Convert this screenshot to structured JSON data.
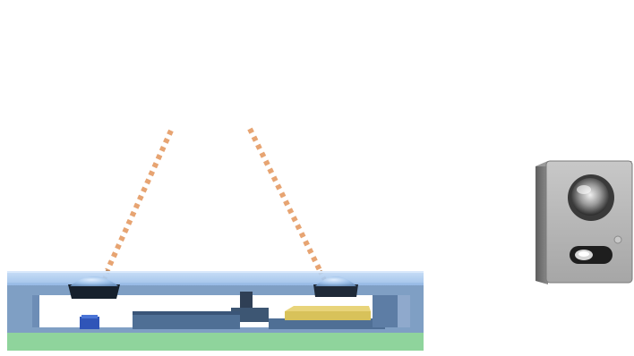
{
  "diagram": {
    "parts": [
      {
        "id": "emitted-beam",
        "kind": "dotted-light-path"
      },
      {
        "id": "reflected-beam",
        "kind": "dotted-light-path"
      },
      {
        "id": "cover-glass",
        "kind": "translucent-window"
      },
      {
        "id": "emitter-lens",
        "kind": "dome-lens"
      },
      {
        "id": "receiver-lens",
        "kind": "dome-lens"
      },
      {
        "id": "emitter-chip",
        "kind": "led-die"
      },
      {
        "id": "detector-chip",
        "kind": "photodiode-die"
      },
      {
        "id": "substrate",
        "kind": "pcb"
      },
      {
        "id": "sensor-package",
        "kind": "module-3d-view"
      }
    ],
    "colors": {
      "beam": "#e8a878",
      "glass": "#a9c8ee",
      "housing": "#7f9fc4",
      "housing_dark": "#3d5673",
      "substrate": "#8fd49c",
      "chip_blue": "#2f55b8",
      "chip_gold": "#d8c25a",
      "package_body": "#8a8a8a",
      "package_face": "#b9b9b9",
      "lens_dark": "#1e1e1e"
    }
  }
}
